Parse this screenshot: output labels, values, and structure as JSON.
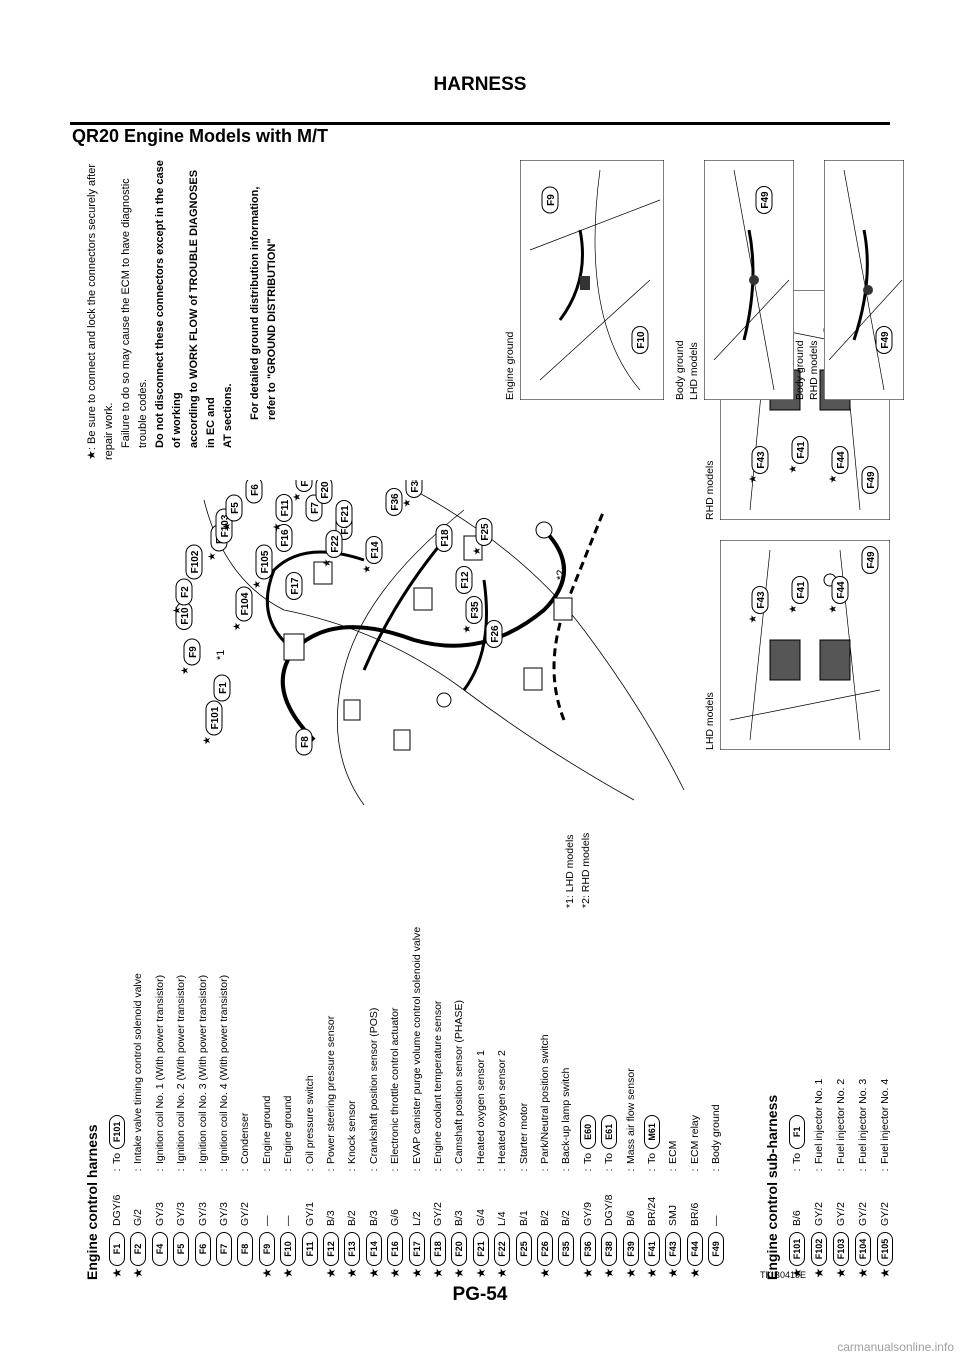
{
  "header": {
    "title": "HARNESS"
  },
  "section_title": "QR20 Engine Models with M/T",
  "legend_main": {
    "heading": "Engine control harness",
    "rows": [
      {
        "star": true,
        "id": "F1",
        "code": "DGY/6",
        "desc": "To",
        "ref": "F101"
      },
      {
        "star": true,
        "id": "F2",
        "code": "G/2",
        "desc": "Intake valve timing control solenoid valve",
        "ref": ""
      },
      {
        "star": false,
        "id": "F4",
        "code": "GY/3",
        "desc": "Ignition coil No. 1 (With power transistor)",
        "ref": ""
      },
      {
        "star": false,
        "id": "F5",
        "code": "GY/3",
        "desc": "Ignition coil No. 2 (With power transistor)",
        "ref": ""
      },
      {
        "star": false,
        "id": "F6",
        "code": "GY/3",
        "desc": "Ignition coil No. 3 (With power transistor)",
        "ref": ""
      },
      {
        "star": false,
        "id": "F7",
        "code": "GY/3",
        "desc": "Ignition coil No. 4 (With power transistor)",
        "ref": ""
      },
      {
        "star": false,
        "id": "F8",
        "code": "GY/2",
        "desc": "Condenser",
        "ref": ""
      },
      {
        "star": true,
        "id": "F9",
        "code": "—",
        "desc": "Engine ground",
        "ref": ""
      },
      {
        "star": true,
        "id": "F10",
        "code": "—",
        "desc": "Engine ground",
        "ref": ""
      },
      {
        "star": false,
        "id": "F11",
        "code": "GY/1",
        "desc": "Oil pressure switch",
        "ref": ""
      },
      {
        "star": true,
        "id": "F12",
        "code": "B/3",
        "desc": "Power steering pressure sensor",
        "ref": ""
      },
      {
        "star": true,
        "id": "F13",
        "code": "B/2",
        "desc": "Knock sensor",
        "ref": ""
      },
      {
        "star": true,
        "id": "F14",
        "code": "B/3",
        "desc": "Crankshaft position sensor (POS)",
        "ref": ""
      },
      {
        "star": true,
        "id": "F16",
        "code": "G/6",
        "desc": "Electronic throttle control actuator",
        "ref": ""
      },
      {
        "star": true,
        "id": "F17",
        "code": "L/2",
        "desc": "EVAP canister purge volume control solenoid valve",
        "ref": ""
      },
      {
        "star": true,
        "id": "F18",
        "code": "GY/2",
        "desc": "Engine coolant temperature sensor",
        "ref": ""
      },
      {
        "star": true,
        "id": "F20",
        "code": "B/3",
        "desc": "Camshaft position sensor (PHASE)",
        "ref": ""
      },
      {
        "star": true,
        "id": "F21",
        "code": "G/4",
        "desc": "Heated oxygen sensor 1",
        "ref": ""
      },
      {
        "star": true,
        "id": "F22",
        "code": "L/4",
        "desc": "Heated oxygen sensor 2",
        "ref": ""
      },
      {
        "star": false,
        "id": "F25",
        "code": "B/1",
        "desc": "Starter motor",
        "ref": ""
      },
      {
        "star": true,
        "id": "F26",
        "code": "B/2",
        "desc": "Park/Neutral position switch",
        "ref": ""
      },
      {
        "star": false,
        "id": "F35",
        "code": "B/2",
        "desc": "Back-up lamp switch",
        "ref": ""
      },
      {
        "star": true,
        "id": "F36",
        "code": "GY/9",
        "desc": "To",
        "ref": "E60"
      },
      {
        "star": true,
        "id": "F38",
        "code": "DGY/8",
        "desc": "To",
        "ref": "E61"
      },
      {
        "star": true,
        "id": "F39",
        "code": "B/6",
        "desc": "Mass air flow sensor",
        "ref": ""
      },
      {
        "star": true,
        "id": "F41",
        "code": "BR/24",
        "desc": "To",
        "ref": "M61"
      },
      {
        "star": true,
        "id": "F43",
        "code": "SMJ",
        "desc": "ECM",
        "ref": ""
      },
      {
        "star": true,
        "id": "F44",
        "code": "BR/6",
        "desc": "ECM relay",
        "ref": ""
      },
      {
        "star": false,
        "id": "F49",
        "code": "—",
        "desc": "Body ground",
        "ref": ""
      }
    ]
  },
  "legend_sub": {
    "heading": "Engine control sub-harness",
    "rows": [
      {
        "star": true,
        "id": "F101",
        "code": "B/6",
        "desc": "To",
        "ref": "F1"
      },
      {
        "star": true,
        "id": "F102",
        "code": "GY/2",
        "desc": "Fuel injector No. 1",
        "ref": ""
      },
      {
        "star": true,
        "id": "F103",
        "code": "GY/2",
        "desc": "Fuel injector No. 2",
        "ref": ""
      },
      {
        "star": true,
        "id": "F104",
        "code": "GY/2",
        "desc": "Fuel injector No. 3",
        "ref": ""
      },
      {
        "star": true,
        "id": "F105",
        "code": "GY/2",
        "desc": "Fuel injector No. 4",
        "ref": ""
      }
    ]
  },
  "model_notes": [
    "*1: LHD models",
    "*2: RHD models"
  ],
  "connector_note": {
    "line1": ": Be sure to connect and lock the connectors securely after repair work.",
    "line2": "Failure to do so may cause the ECM to have diagnostic trouble codes.",
    "bold1": "Do not disconnect these connectors except in the case of working",
    "bold2": "according to WORK FLOW of TROUBLE DIAGNOSES in EC and",
    "bold3": "AT sections."
  },
  "ground_note": {
    "line1": "For detailed ground distribution information,",
    "line2": "refer to \"GROUND DISTRIBUTION\""
  },
  "inset_labels": {
    "engine_ground": "Engine ground",
    "body_ground_lhd_1": "Body ground",
    "body_ground_lhd_2": "LHD models",
    "body_ground_rhd_1": "Body ground",
    "body_ground_rhd_2": "RHD models",
    "lhd_models": "LHD models",
    "rhd_models": "RHD models"
  },
  "diagram_labels": {
    "engine": [
      "F9",
      "F1",
      "F101",
      "F8",
      "F104",
      "F17",
      "F105",
      "F16",
      "F39",
      "F36",
      "F38",
      "F10",
      "F2",
      "F102",
      "F4",
      "F103",
      "F5",
      "F6",
      "F11",
      "F7",
      "F13",
      "F20",
      "F22",
      "F21",
      "F14",
      "F18",
      "F25",
      "F12",
      "F35",
      "F26"
    ],
    "marks": [
      "*1",
      "*2"
    ],
    "lhd_ecm": [
      "F43",
      "F41",
      "F44",
      "F49"
    ],
    "rhd_ecm": [
      "F43",
      "F41",
      "F44",
      "F49"
    ],
    "eng_ground": [
      "F9",
      "F10"
    ],
    "body_lhd": [
      "F49"
    ],
    "body_rhd": [
      "F49"
    ]
  },
  "figure_id": "TKIB0419E",
  "footer": {
    "page": "PG-54",
    "url": "carmanualsonline.info"
  }
}
